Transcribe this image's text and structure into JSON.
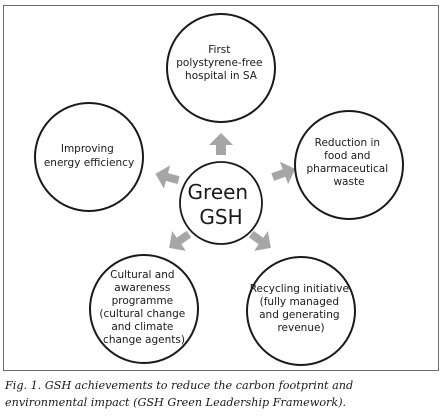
{
  "diagram": {
    "center": {
      "lines": [
        "Green",
        "GSH"
      ]
    },
    "nodes": [
      {
        "id": "top",
        "lines": [
          "First",
          "polystyrene-free",
          "hospital in SA"
        ]
      },
      {
        "id": "right",
        "lines": [
          "Reduction in",
          "food and",
          "pharmaceutical",
          "waste"
        ]
      },
      {
        "id": "bottom-right",
        "lines": [
          "Recycling initiative",
          "(fully managed",
          "and generating",
          "revenue)"
        ]
      },
      {
        "id": "bottom-left",
        "lines": [
          "Cultural and",
          "awareness",
          "programme",
          "(cultural change",
          "and climate",
          "change agents)"
        ]
      },
      {
        "id": "left",
        "lines": [
          "Improving",
          "energy efficiency"
        ]
      }
    ],
    "colors": {
      "stroke": "#1a1a1a",
      "arrow": "#a6a6a6",
      "border": "#6e6e6e"
    }
  },
  "caption": {
    "text": "Fig. 1. GSH achievements to reduce the carbon footprint and environmental impact (GSH Green Leadership Framework)."
  }
}
